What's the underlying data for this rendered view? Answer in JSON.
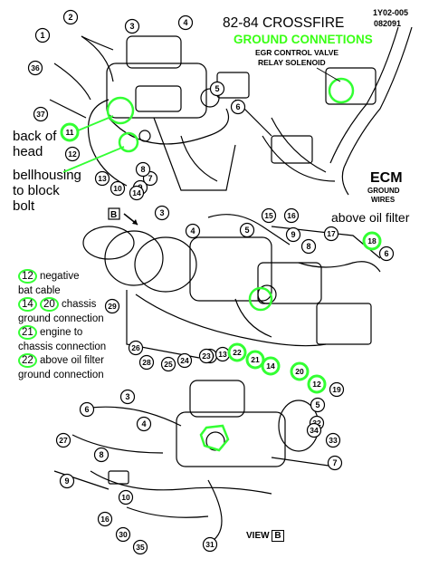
{
  "header": {
    "doc_code": "1Y02-005",
    "doc_date": "082091",
    "title": "82-84 CROSSFIRE",
    "subtitle": "GROUND CONNETIONS"
  },
  "labels": {
    "egr_line1": "EGR CONTROL VALVE",
    "egr_line2": "RELAY SOLENOID",
    "ecm_title": "ECM",
    "ecm_sub1": "GROUND",
    "ecm_sub2": "WIRES",
    "back_of_head_1": "back of",
    "back_of_head_2": "head",
    "bellhousing_1": "bellhousing",
    "bellhousing_2": "to block",
    "bellhousing_3": "bolt",
    "above_oil_filter": "above oil filter",
    "view_b_top": "B",
    "view_b_bottom": "VIEW",
    "view_b_bottom_letter": "B"
  },
  "legend": [
    {
      "nums": [
        "12"
      ],
      "text": " negative"
    },
    {
      "nums": [],
      "text": "bat cable"
    },
    {
      "nums": [
        "14",
        "20"
      ],
      "text": "chassis"
    },
    {
      "nums": [],
      "text": "ground connection"
    },
    {
      "nums": [
        "21"
      ],
      "text": "engine to"
    },
    {
      "nums": [],
      "text": "chassis connection"
    },
    {
      "nums": [
        "22"
      ],
      "text": "above oil filter"
    },
    {
      "nums": [],
      "text": "ground connection"
    }
  ],
  "callouts_top": [
    "1",
    "2",
    "3",
    "4",
    "5",
    "6",
    "7",
    "8",
    "9",
    "10",
    "11",
    "12",
    "13",
    "14",
    "36",
    "37"
  ],
  "callouts_mid": [
    "3",
    "4",
    "5",
    "6",
    "8",
    "9",
    "10",
    "12",
    "13",
    "14",
    "15",
    "16",
    "17",
    "18",
    "19",
    "20",
    "21",
    "22",
    "23",
    "24",
    "25",
    "26",
    "28",
    "29"
  ],
  "callouts_bottom": [
    "3",
    "4",
    "5",
    "6",
    "7",
    "8",
    "9",
    "10",
    "16",
    "27",
    "30",
    "31",
    "32",
    "33",
    "34",
    "35"
  ],
  "highlighted_callouts": [
    "11",
    "12",
    "14",
    "18",
    "20",
    "21",
    "22"
  ],
  "colors": {
    "highlight": "#33ff33",
    "ink": "#000000"
  }
}
